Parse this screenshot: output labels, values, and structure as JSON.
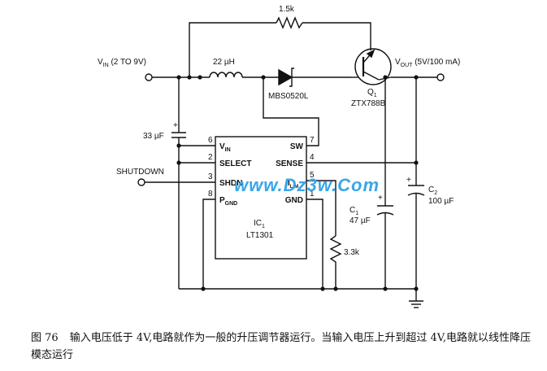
{
  "labels": {
    "r_feedback": "1.5k",
    "vin": "V",
    "vin_sub": "IN",
    "vin_range": " (2 TO 9V)",
    "inductor": "22 µH",
    "diode": "MBS0520L",
    "vout": "V",
    "vout_sub": "OUT",
    "vout_spec": " (5V/100 mA)",
    "q_name": "Q",
    "q_sub": "1",
    "q_part": "ZTX788B",
    "cin": "33 µF",
    "shutdown": "SHUTDOWN",
    "c1_name": "C",
    "c1_sub": "1",
    "c1_val": "47 µF",
    "c2_name": "C",
    "c2_sub": "2",
    "c2_val": "100 µF",
    "r_bottom": "3.3k",
    "ic_name": "IC",
    "ic_sub": "1",
    "ic_part": "LT1301",
    "plus": "+"
  },
  "ic_pins": {
    "vin": "V",
    "vin_sub": "IN",
    "vin_num": "6",
    "select": "SELECT",
    "select_num": "2",
    "shdn": "SHDN",
    "shdn_num": "3",
    "pgnd": "P",
    "pgnd_sub": "GND",
    "pgnd_num": "8",
    "sw": "SW",
    "sw_num": "7",
    "sense": "SENSE",
    "sense_num": "4",
    "ilim": "I",
    "ilim_sub": "LIM",
    "ilim_num": "5",
    "gnd": "GND",
    "gnd_num": "1"
  },
  "watermark": "www.Dz3w.Com",
  "caption": {
    "figure": "图 76",
    "text": "输入电压低于 4V,电路就作为一般的升压调节器运行。当输入电压上升到超过 4V,电路就以线性降压模态运行"
  }
}
